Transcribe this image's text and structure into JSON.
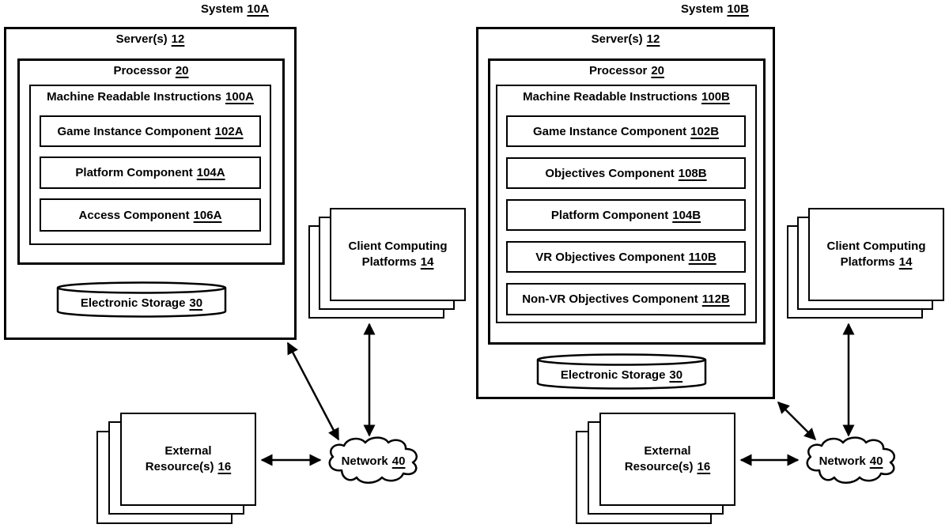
{
  "colors": {
    "line": "#000000",
    "background": "#ffffff",
    "text": "#000000"
  },
  "systems": [
    {
      "title": {
        "label": "System",
        "ref": "10A"
      },
      "server": {
        "label": "Server(s)",
        "ref": "12"
      },
      "processor": {
        "label": "Processor",
        "ref": "20"
      },
      "instructions": {
        "label": "Machine Readable Instructions",
        "ref": "100A"
      },
      "components": [
        {
          "label": "Game Instance Component",
          "ref": "102A"
        },
        {
          "label": "Platform Component",
          "ref": "104A"
        },
        {
          "label": "Access Component",
          "ref": "106A"
        }
      ],
      "storage": {
        "label": "Electronic Storage",
        "ref": "30"
      },
      "client_platforms": {
        "label": "Client Computing Platforms",
        "ref": "14"
      },
      "external_resources": {
        "label": "External Resource(s)",
        "ref": "16"
      },
      "network": {
        "label": "Network",
        "ref": "40"
      }
    },
    {
      "title": {
        "label": "System",
        "ref": "10B"
      },
      "server": {
        "label": "Server(s)",
        "ref": "12"
      },
      "processor": {
        "label": "Processor",
        "ref": "20"
      },
      "instructions": {
        "label": "Machine Readable Instructions",
        "ref": "100B"
      },
      "components": [
        {
          "label": "Game Instance Component",
          "ref": "102B"
        },
        {
          "label": "Objectives Component",
          "ref": "108B"
        },
        {
          "label": "Platform Component",
          "ref": "104B"
        },
        {
          "label": "VR Objectives Component",
          "ref": "110B"
        },
        {
          "label": "Non-VR Objectives Component",
          "ref": "112B"
        }
      ],
      "storage": {
        "label": "Electronic Storage",
        "ref": "30"
      },
      "client_platforms": {
        "label": "Client Computing Platforms",
        "ref": "14"
      },
      "external_resources": {
        "label": "External Resource(s)",
        "ref": "16"
      },
      "network": {
        "label": "Network",
        "ref": "40"
      }
    }
  ]
}
